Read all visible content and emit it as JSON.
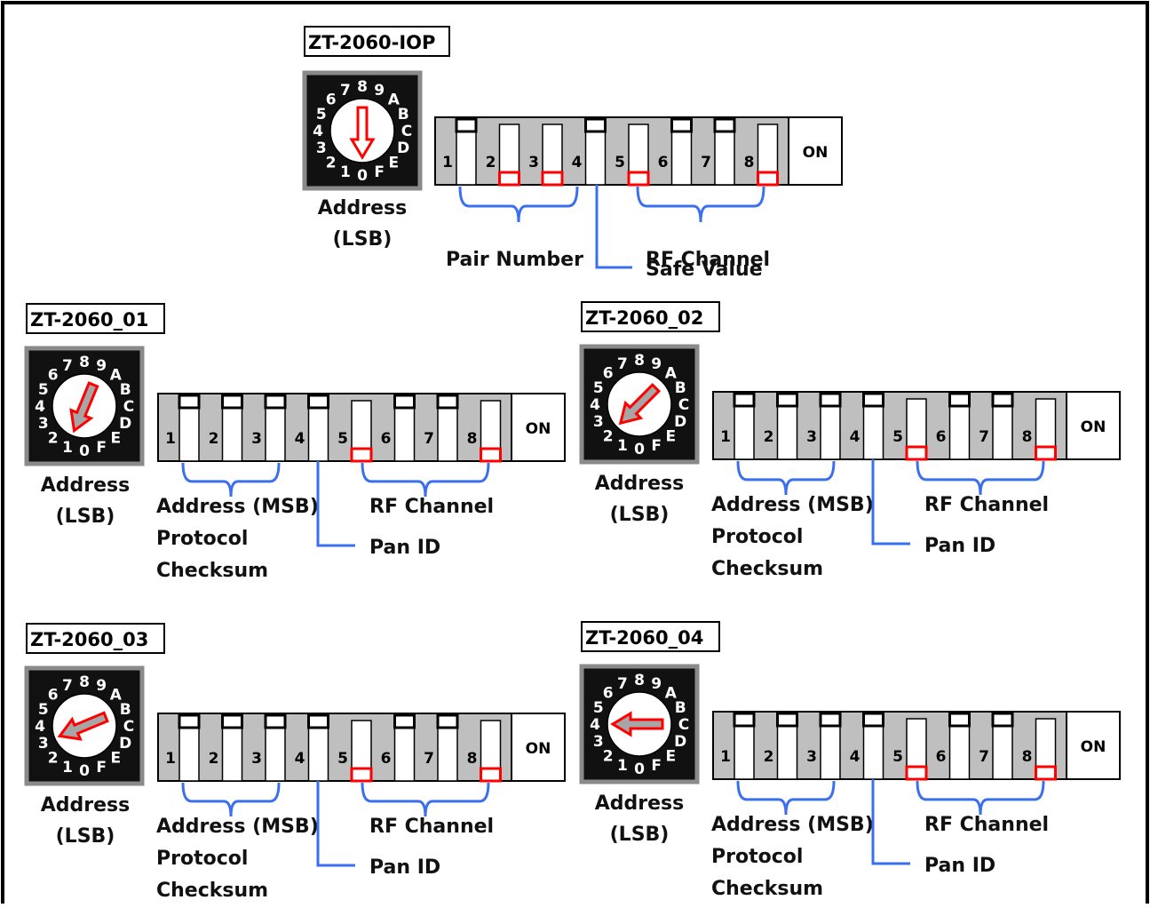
{
  "colors": {
    "background": "#ffffff",
    "frame": "#000000",
    "switch_gray": "#bfbfbf",
    "switch_white": "#ffffff",
    "bracket_blue": "#3a6ff0",
    "marker_red": "#ff0000",
    "dial_body": "#111111",
    "dial_border": "#8a8a8a",
    "arrow_gray": "#a6a6a6"
  },
  "switch_numbers": [
    "1",
    "2",
    "3",
    "4",
    "5",
    "6",
    "7",
    "8"
  ],
  "on_label": "ON",
  "dial_chars": [
    "0",
    "1",
    "2",
    "3",
    "4",
    "5",
    "6",
    "7",
    "8",
    "9",
    "A",
    "B",
    "C",
    "D",
    "E",
    "F"
  ],
  "panels": [
    {
      "id": "iop",
      "title": "ZT-2060-IOP",
      "dial_value": "0",
      "dial_label": [
        "Address",
        "(LSB)"
      ],
      "switches_on": [
        1,
        4,
        6,
        7
      ],
      "red_markers": [
        2,
        3,
        5,
        8
      ],
      "groups": [
        {
          "text": "Pair Number"
        },
        {
          "text": "Safe Value"
        },
        {
          "text": "RF Channel"
        }
      ]
    },
    {
      "id": "p01",
      "title": "ZT-2060_01",
      "dial_value": "1",
      "dial_label": [
        "Address",
        "(LSB)"
      ],
      "switches_on": [
        1,
        2,
        3,
        4,
        6,
        7
      ],
      "red_markers": [
        5,
        8
      ],
      "groups": [
        {
          "lines": [
            "Address (MSB)",
            "Protocol",
            "Checksum"
          ]
        },
        {
          "text": "Pan ID"
        },
        {
          "text": "RF Channel"
        }
      ]
    },
    {
      "id": "p02",
      "title": "ZT-2060_02",
      "dial_value": "2",
      "dial_label": [
        "Address",
        "(LSB)"
      ],
      "switches_on": [
        1,
        2,
        3,
        4,
        6,
        7
      ],
      "red_markers": [
        5,
        8
      ],
      "groups": [
        {
          "lines": [
            "Address (MSB)",
            "Protocol",
            "Checksum"
          ]
        },
        {
          "text": "Pan ID"
        },
        {
          "text": "RF Channel"
        }
      ]
    },
    {
      "id": "p03",
      "title": "ZT-2060_03",
      "dial_value": "3",
      "dial_label": [
        "Address",
        "(LSB)"
      ],
      "switches_on": [
        1,
        2,
        3,
        4,
        6,
        7
      ],
      "red_markers": [
        5,
        8
      ],
      "groups": [
        {
          "lines": [
            "Address (MSB)",
            "Protocol",
            "Checksum"
          ]
        },
        {
          "text": "Pan ID"
        },
        {
          "text": "RF Channel"
        }
      ]
    },
    {
      "id": "p04",
      "title": "ZT-2060_04",
      "dial_value": "4",
      "dial_label": [
        "Address",
        "(LSB)"
      ],
      "switches_on": [
        1,
        2,
        3,
        4,
        6,
        7
      ],
      "red_markers": [
        5,
        8
      ],
      "groups": [
        {
          "lines": [
            "Address (MSB)",
            "Protocol",
            "Checksum"
          ]
        },
        {
          "text": "Pan ID"
        },
        {
          "text": "RF Channel"
        }
      ]
    }
  ]
}
